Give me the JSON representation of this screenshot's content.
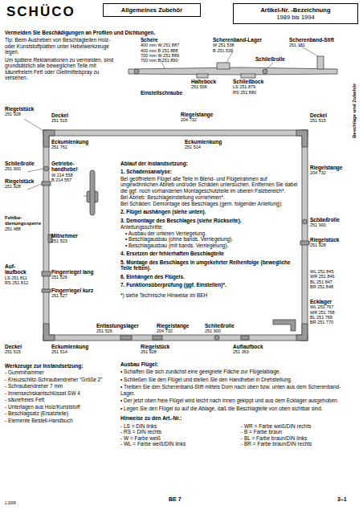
{
  "diagram": {
    "nodes": [
      {
        "text": [
          "Allgemeines Zubehör"
        ]
      },
      {
        "text": [
          "Artikel-Nr. -Bezeichnung",
          "1989 bis 1994"
        ]
      }
    ],
    "labels": [
      "SCHÜCO",
      "Vermeiden Sie Beschädigungen an Profilen und Dichtungen.",
      "Tip: Beim Ausheben von Beschlagteilen Holz- oder Kunststoffplatten unter Hebelwerkzeuge legen.",
      "Um spätere Reklamationen zu vermeiden, sind grundsätzlich alle beweglichen Teile mit säurefreiem Fett oder Gleitmittelspray zu versehen.",
      "Schere",
      "400 mm W 251 887",
      "400 mm B 251 888",
      "700 mm W 251 889",
      "700 mm B 251 890",
      "Scherenband-Lager",
      "W 251 538",
      "B 251 539",
      "Scherenband-Stift",
      "251 181",
      "Schließrolle",
      "Haltebock",
      "251 506",
      "Schließbock",
      "LS 251 879",
      "RS 251 880",
      "Einstellschraube",
      "Beschläge und Zubehör",
      "Riegelstück",
      "251 928",
      "Riegelstange",
      "204 732",
      "Deckel",
      "251 515",
      "Eckumlenkung",
      "251 762",
      "Eckumlenkung",
      "251 514",
      "Deckel",
      "251 515",
      "Schließrolle",
      "251 900",
      "Getriebe- handhebel",
      "W 214 558",
      "B 214 557",
      "Riegelstück",
      "251 928",
      "Riegelstange",
      "204 732",
      "Fehlbe- dienungssperre",
      "251 488",
      "Mitnehmer",
      "251 523",
      "Schließrolle",
      "251 900",
      "Riegelstück",
      "251 928",
      "Auf- laufbock",
      "LS 251 811",
      "RS 251 812",
      "Fingerriegel lang",
      "251 526",
      "Fingerriegel kurz",
      "251 527",
      "WL 251 845",
      "WR 251 846",
      "BL 251 847",
      "BR 251 848",
      "Ecklager",
      "WL 251 767",
      "WR 251 768",
      "BL 251 769",
      "BR 251 770",
      "Entlastungslager",
      "251 526",
      "Riegelstange",
      "204 732",
      "Schließrolle",
      "251 900",
      "Riegelstück",
      "251 928",
      "Auflaufbock",
      "251 363",
      "Deckel",
      "251 515",
      "Eckumlenkung",
      "251 514",
      "Ablauf der Instandsetzung:",
      "1. Schadensanalyse:",
      "Bei geöffnetem Flügel alle Teile in Blend- und Flügelrahmen auf ungewöhnlichen Abrieb und/oder Schäden untersuchen. Entfernen Sie dabei die ggf. noch vorhandenen Montageschutzteile im oberen Falzbereich*.",
      "Bei Abrieb: Beschlageinstellung vornehmen*.",
      "Bei Schäden: Demontage des Beschlages (gem. folgender Anleitung):",
      "2. Flügel aushängen (siehe unten).",
      "3. Demontage des Beschlages (siehe Rückseite).",
      "Anleitungsschritte:",
      "• Ausbau der unteren Verriegelung.",
      "• Beschlagausbau (ohne bands. Verriegelung).",
      "• Beschlagausbau (mit bands. Verriegelung).",
      "4. Ersetzen der fehlerhaften Beschlagteile",
      "5. Montage des Beschlages in umgekehrter Reihenfolge (bewegliche Teile fetten).",
      "6. Einhängen des Flügels.",
      "7. Funktionsüberprüfung (ggf. Einstellen)*.",
      "*) siehe Technische Hinweise im BEH",
      "Werkzeuge zur Instandsetzung:",
      "- Gummihammer",
      "- Kreuzschlitz-Schraubendreher “Größe 2”",
      "- Schraubendreher 7 mm",
      "- Innensechskantschlüssel SW 4",
      "- säurefreies Fett",
      "- Unterlagen aus Holz/Kunststoff",
      "- Beschlagsatz (Ersatzteile)",
      "- Elemente Bestell-Handbuch",
      "Ausbau Flügel:",
      "• Schaffen Sie sich zunächst eine geeignete Fläche zur Flügelablage.",
      "• Schließen Sie den Flügel und stellen Sie den Handhebel in Drehstellung.",
      "• Treiben Sie den Scherenband-Stift mittels Dorn nach oben bzw. unten aus dem Scherenband-Lager.",
      "• Der jetzt oben freie Flügel wird leicht nach innen gekippt und aus dem Ecklager ausgehoben.",
      "• Legen Sie den Flügel so auf die Ablage, daß die Beschlagteile von oben sichtbar sind.",
      "Hinweise zu den Art.-Nr.:",
      "- LS = DIN links",
      "- RS = DIN rechts",
      "- W = Farbe weiß",
      "- WL = Farbe weiß/DIN links",
      "- WR = Farbe weiß/DIN rechts",
      "- B = Farbe braun",
      "- BL = Farbe braun/DIN links",
      "- BR = Farbe braun/DIN rechts",
      "1.2008",
      "BE 7",
      "3–1"
    ]
  }
}
